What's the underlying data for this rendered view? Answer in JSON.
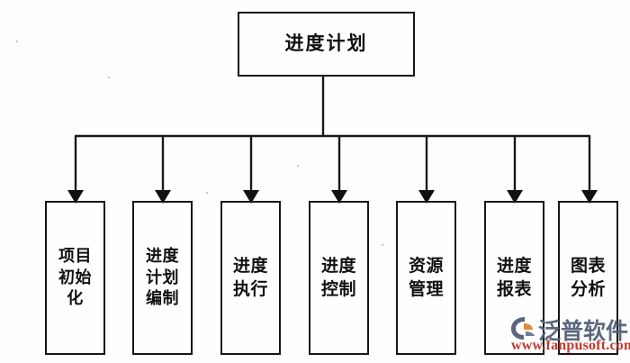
{
  "diagram": {
    "type": "org-tree",
    "title": "进度计划",
    "root": {
      "label": "进度计划",
      "label_lines": "进度计划"
    },
    "leaves": [
      {
        "id": "leaf-0",
        "label": "项目初始化",
        "label_lines": "项目\n初始\n化"
      },
      {
        "id": "leaf-1",
        "label": "进度计划编制",
        "label_lines": "进度\n计划\n编制"
      },
      {
        "id": "leaf-2",
        "label": "进度执行",
        "label_lines": "进度\n执行"
      },
      {
        "id": "leaf-3",
        "label": "进度控制",
        "label_lines": "进度\n控制"
      },
      {
        "id": "leaf-4",
        "label": "资源管理",
        "label_lines": "资源\n管理"
      },
      {
        "id": "leaf-5",
        "label": "进度报表",
        "label_lines": "进度\n报表"
      },
      {
        "id": "leaf-6",
        "label": "图表分析",
        "label_lines": "图表\n分析"
      }
    ],
    "colors": {
      "stroke": "#171717",
      "background": "#fefefe",
      "text": "#111111",
      "watermark_brand": "#4f5d73",
      "watermark_url": "#c0392b",
      "watermark_accent": "#e08a3c"
    }
  },
  "watermark": {
    "brand": "泛普软件",
    "url": "www.fanpusoft.com",
    "mark_name": "fanpu-logo-icon"
  }
}
